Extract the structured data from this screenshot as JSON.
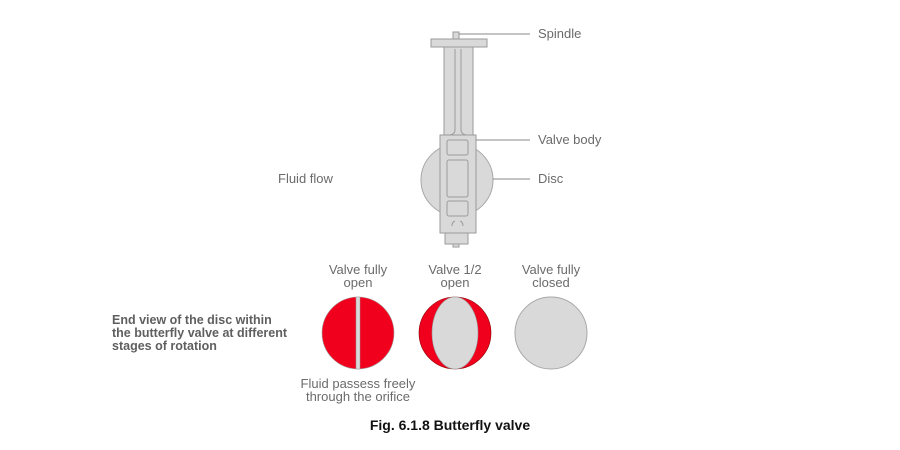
{
  "figure": {
    "caption": "Fig. 6.1.8 Butterfly valve",
    "colors": {
      "part_fill": "#d9d9d9",
      "part_stroke": "#9a9a9a",
      "open_fill": "#f0001c",
      "label_text": "#6b6b6b",
      "leader_line": "#8a8a8a"
    }
  },
  "valve_labels": {
    "spindle": "Spindle",
    "valve_body": "Valve body",
    "disc": "Disc",
    "fluid_flow": "Fluid flow"
  },
  "end_view": {
    "description_lines": [
      "End view of the disc within",
      "the butterfly valve at different",
      "stages of rotation"
    ],
    "states": [
      {
        "title_lines": [
          "Valve fully",
          "open"
        ],
        "state": "fully-open"
      },
      {
        "title_lines": [
          "Valve 1/2",
          "open"
        ],
        "state": "half-open"
      },
      {
        "title_lines": [
          "Valve fully",
          "closed"
        ],
        "state": "fully-closed"
      }
    ],
    "note_lines": [
      "Fluid passess freely",
      "through the orifice"
    ]
  }
}
